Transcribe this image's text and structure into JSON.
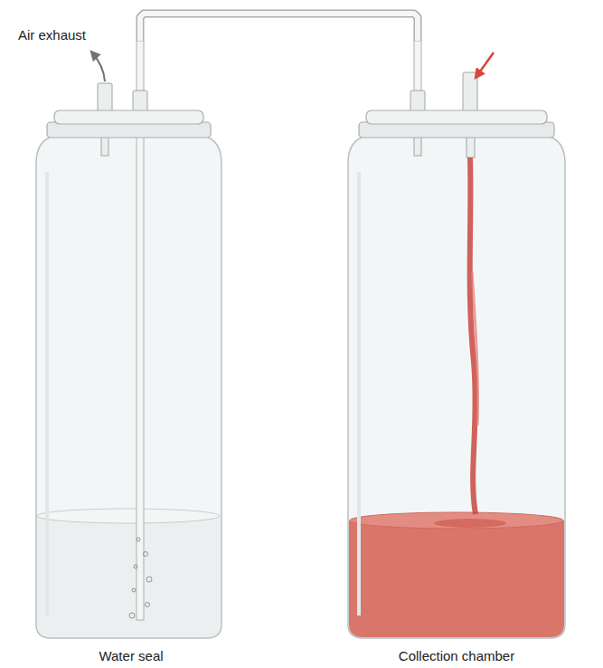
{
  "diagram": {
    "nodes": [
      {
        "text": [
          "Water seal"
        ]
      },
      {
        "text": [
          "Collection chamber"
        ]
      }
    ],
    "edges": [
      {
        "from": 0,
        "to": 1,
        "arrow": "none"
      }
    ],
    "labels": [
      "Air exhaust"
    ]
  }
}
